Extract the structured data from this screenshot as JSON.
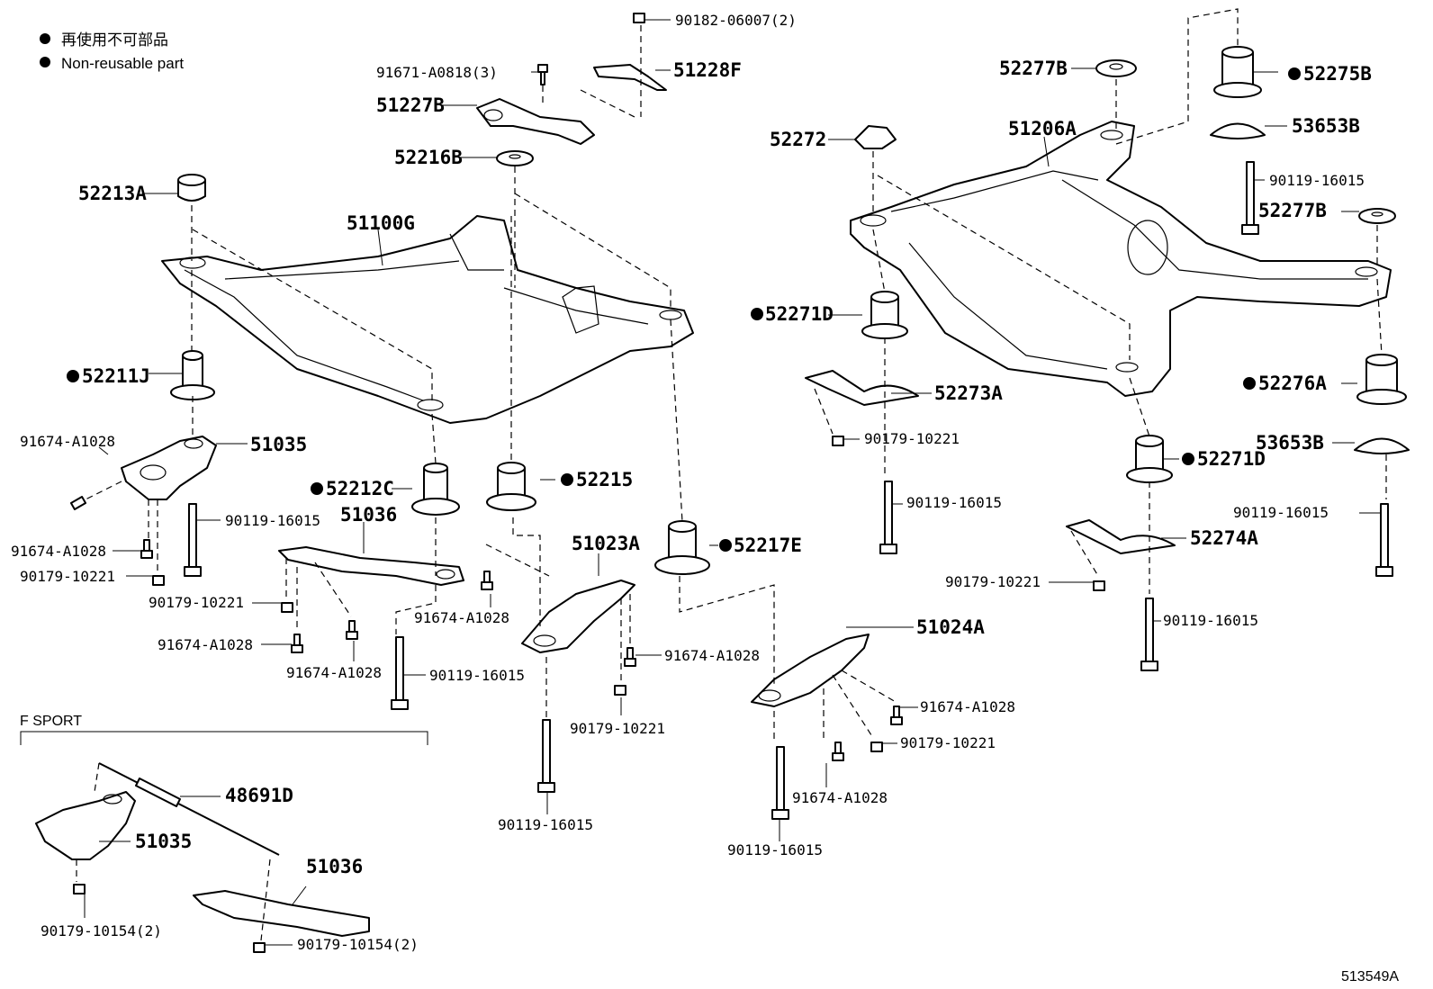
{
  "legend": {
    "jp": "再使用不可部品",
    "en": "Non-reusable part"
  },
  "section_label": "F SPORT",
  "diagram_id": "513549A",
  "labels": {
    "l_9018206007": "90182-06007(2)",
    "l_91671": "91671-A0818(3)",
    "l_51228F": "51228F",
    "l_51227B": "51227B",
    "l_52216B": "52216B",
    "l_52213A": "52213A",
    "l_51100G": "51100G",
    "l_52211J": "52211J",
    "l_91674_a": "91674-A1028",
    "l_51035_a": "51035",
    "l_90119_a": "90119-16015",
    "l_91674_b": "91674-A1028",
    "l_90179_a": "90179-10221",
    "l_52212C": "52212C",
    "l_52215": "52215",
    "l_51036_a": "51036",
    "l_90179_b": "90179-10221",
    "l_91674_c": "91674-A1028",
    "l_91674_d": "91674-A1028",
    "l_90119_b": "90119-16015",
    "l_51023A": "51023A",
    "l_91674_e": "91674-A1028",
    "l_52217E": "52217E",
    "l_91674_f": "91674-A1028",
    "l_90179_c": "90179-10221",
    "l_90119_c": "90119-16015",
    "l_51024A": "51024A",
    "l_91674_g": "91674-A1028",
    "l_90179_d": "90179-10221",
    "l_91674_h": "91674-A1028",
    "l_90119_d": "90119-16015",
    "l_48691D": "48691D",
    "l_51035_b": "51035",
    "l_51036_b": "51036",
    "l_90179_e": "90179-10154(2)",
    "l_90179_f": "90179-10154(2)",
    "l_52277B_a": "52277B",
    "l_52275B": "52275B",
    "l_53653B_a": "53653B",
    "l_52272": "52272",
    "l_51206A": "51206A",
    "l_90119_e": "90119-16015",
    "l_52277B_b": "52277B",
    "l_52271D_a": "52271D",
    "l_52273A": "52273A",
    "l_90179_g": "90179-10221",
    "l_90119_f": "90119-16015",
    "l_52276A": "52276A",
    "l_53653B_b": "53653B",
    "l_52271D_b": "52271D",
    "l_52274A": "52274A",
    "l_90179_h": "90179-10221",
    "l_90119_g": "90119-16015",
    "l_90119_h": "90119-16015"
  }
}
